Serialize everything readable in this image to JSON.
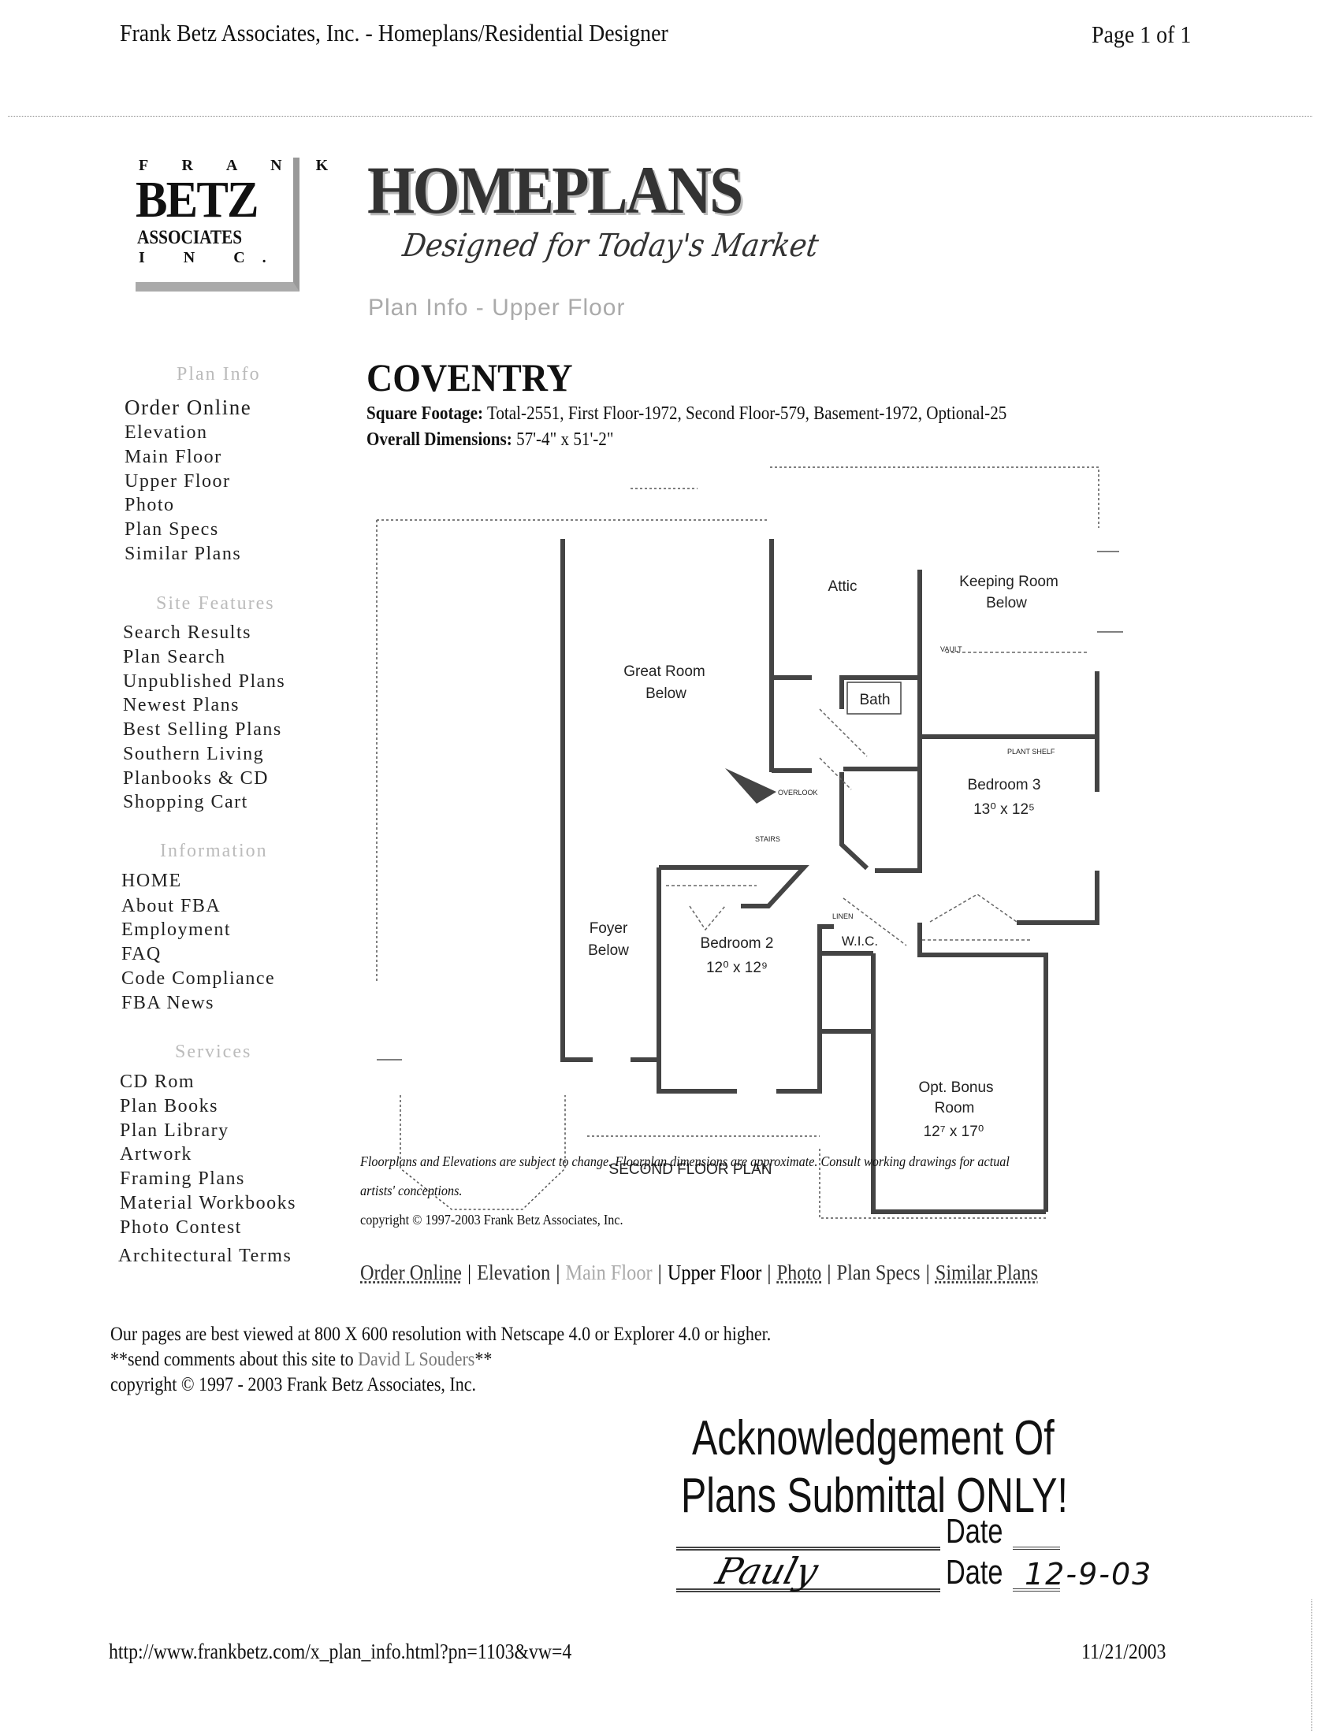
{
  "header": {
    "title": "Frank Betz Associates, Inc. - Homeplans/Residential Designer",
    "page": "Page 1 of 1"
  },
  "logo": {
    "frank": "F R A N K",
    "betz": "BETZ",
    "associates": "ASSOCIATES",
    "inc": "I N C."
  },
  "banner": {
    "title": "HOMEPLANS",
    "tagline": "Designed for Today's Market"
  },
  "section_title": "Plan Info - Upper Floor",
  "sidebar": {
    "groups": [
      {
        "heading": "Plan Info",
        "items": [
          "Order Online",
          "Elevation",
          "Main Floor",
          "Upper Floor",
          "Photo",
          "Plan Specs",
          "Similar Plans"
        ]
      },
      {
        "heading": "Site Features",
        "items": [
          "Search Results",
          "Plan Search",
          "Unpublished Plans",
          "Newest Plans",
          "Best Selling Plans",
          "Southern Living",
          "Planbooks & CD",
          "Shopping Cart"
        ]
      },
      {
        "heading": "Information",
        "items": [
          "HOME",
          "About FBA",
          "Employment",
          "FAQ",
          "Code Compliance",
          "FBA News"
        ]
      },
      {
        "heading": "Services",
        "items": [
          "CD Rom",
          "Plan Books",
          "Plan Library",
          "Artwork",
          "Framing Plans",
          "Material Workbooks",
          "Photo Contest",
          "Architectural Terms"
        ]
      }
    ]
  },
  "plan": {
    "name": "COVENTRY",
    "sqft_label": "Square Footage:",
    "sqft_value": "Total-2551, First Floor-1972, Second Floor-579, Basement-1972, Optional-25",
    "dim_label": "Overall Dimensions:",
    "dim_value": "57'-4\" x 51'-2\""
  },
  "floorplan": {
    "great_room": [
      "Great Room",
      "Below"
    ],
    "attic": "Attic",
    "keeping_room": [
      "Keeping Room",
      "Below"
    ],
    "bath": "Bath",
    "bedroom3": [
      "Bedroom 3",
      "13⁰ x 12⁵"
    ],
    "bedroom2": [
      "Bedroom 2",
      "12⁰ x 12⁹"
    ],
    "foyer": [
      "Foyer",
      "Below"
    ],
    "wic": "W.I.C.",
    "linen": "LINEN",
    "overlook": "OVERLOOK",
    "stairs": "STAIRS",
    "plant_shelf": "PLANT SHELF",
    "vault": "VAULT",
    "bonus": [
      "Opt. Bonus",
      "Room",
      "12⁷ x 17⁰"
    ],
    "caption": "SECOND FLOOR PLAN"
  },
  "disclaimer": [
    "Floorplans and Elevations are subject to change. Floorplan dimensions are approximate. Consult working drawings for actual",
    "artists' conceptions."
  ],
  "copyright_small": "copyright © 1997-2003 Frank Betz Associates, Inc.",
  "bottom_nav": [
    "Order Online",
    "Elevation",
    "Main Floor",
    "Upper Floor",
    "Photo",
    "Plan Specs",
    "Similar Plans"
  ],
  "footer": {
    "line1": "Our pages are best viewed at 800 X 600 resolution with Netscape 4.0 or Explorer 4.0 or higher.",
    "line2_pre": "**send comments about this site to ",
    "line2_link": "David L Souders",
    "line2_post": "**",
    "line3": "copyright © 1997 - 2003 Frank Betz Associates, Inc."
  },
  "stamp": {
    "line1": "Acknowledgement Of",
    "line2": "Plans Submittal ONLY!",
    "date_label": "Date",
    "date_value": "12-9-03",
    "signature": "Pauly"
  },
  "print_footer": {
    "url": "http://www.frankbetz.com/x_plan_info.html?pn=1103&vw=4",
    "date": "11/21/2003"
  }
}
